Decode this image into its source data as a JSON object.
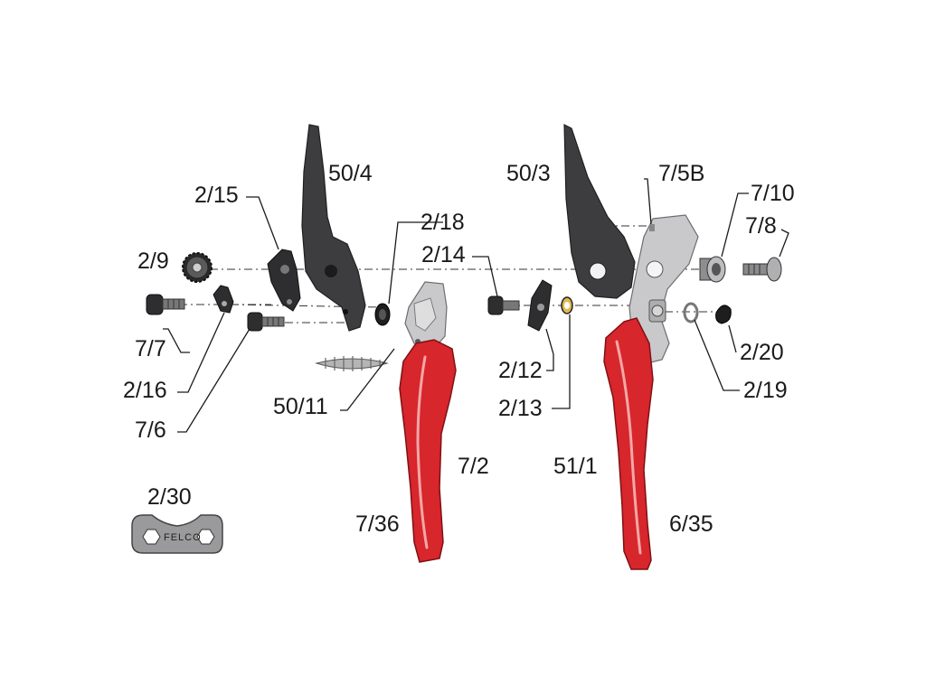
{
  "labels": {
    "l_50_4": "50/4",
    "l_2_15": "2/15",
    "l_2_18": "2/18",
    "l_2_9": "2/9",
    "l_7_7": "7/7",
    "l_2_16": "2/16",
    "l_7_6": "7/6",
    "l_50_11": "50/11",
    "l_7_2": "7/2",
    "l_7_36": "7/36",
    "l_2_30": "2/30",
    "l_50_3": "50/3",
    "l_7_5b": "7/5B",
    "l_7_10": "7/10",
    "l_7_8": "7/8",
    "l_2_14": "2/14",
    "l_2_12": "2/12",
    "l_2_13": "2/13",
    "l_2_20": "2/20",
    "l_2_19": "2/19",
    "l_51_1": "51/1",
    "l_6_35": "6/35"
  },
  "wrench_logo": "FELCO",
  "colors": {
    "handle_red": "#d7262c",
    "blade_dark": "#3d3d3f",
    "metal_grey": "#c9c9cc"
  }
}
